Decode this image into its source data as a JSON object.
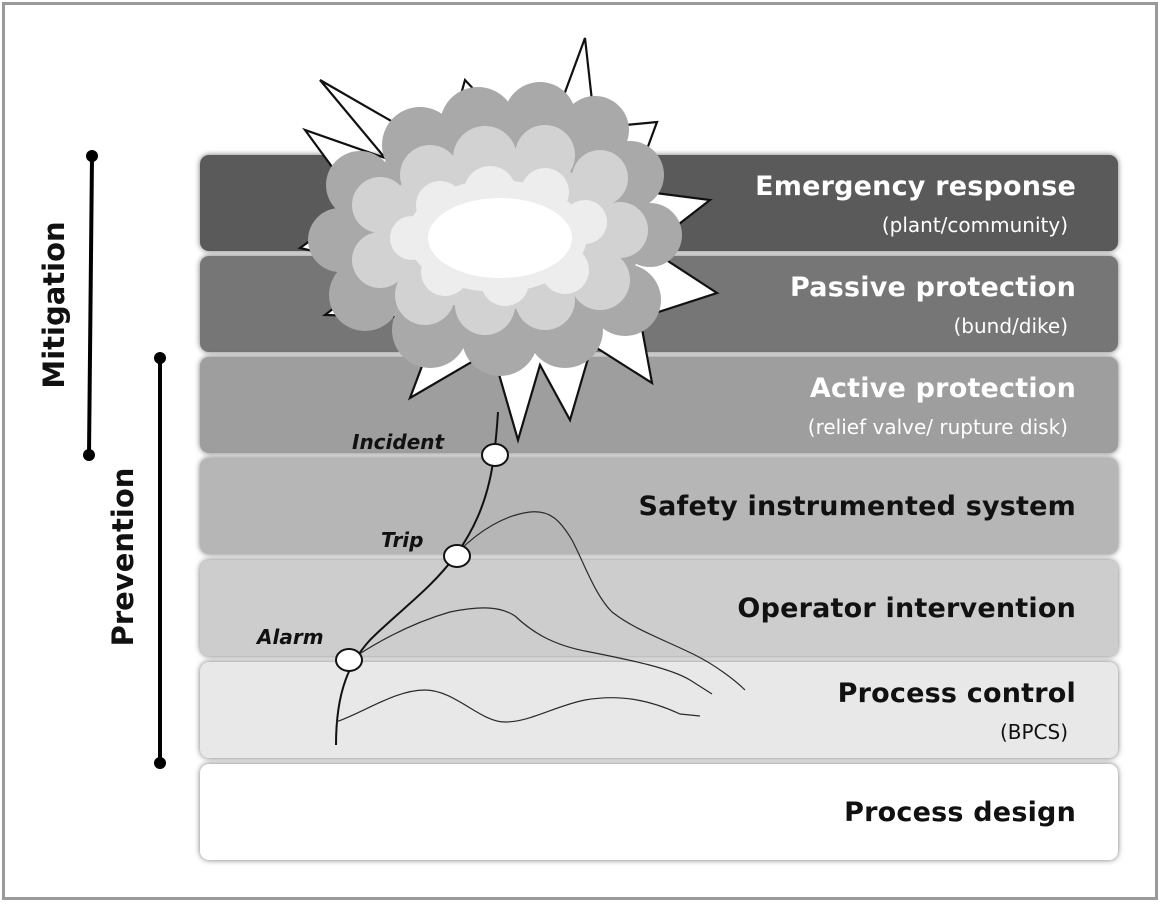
{
  "layers": [
    {
      "title": "Emergency response",
      "subtitle": "(plant/community)"
    },
    {
      "title": "Passive protection",
      "subtitle": "(bund/dike)"
    },
    {
      "title": "Active protection",
      "subtitle": "(relief valve/ rupture disk)"
    },
    {
      "title": "Safety instrumented system"
    },
    {
      "title": "Operator intervention"
    },
    {
      "title": "Process control",
      "subtitle": "(BPCS)"
    },
    {
      "title": "Process design"
    }
  ],
  "side_labels": {
    "mitigation": "Mitigation",
    "prevention": "Prevention"
  },
  "events": {
    "incident": "Incident",
    "trip": "Trip",
    "alarm": "Alarm"
  },
  "colors": {
    "emergency_response": "#5a5a5a",
    "passive_protection": "#767676",
    "active_protection": "#9e9e9e",
    "safety_instrumented_system": "#b6b6b6",
    "operator_intervention": "#cdcdcd",
    "process_control": "#e8e8e8",
    "process_design": "#ffffff"
  },
  "icons": [
    "explosion-icon",
    "cloud-icon"
  ]
}
